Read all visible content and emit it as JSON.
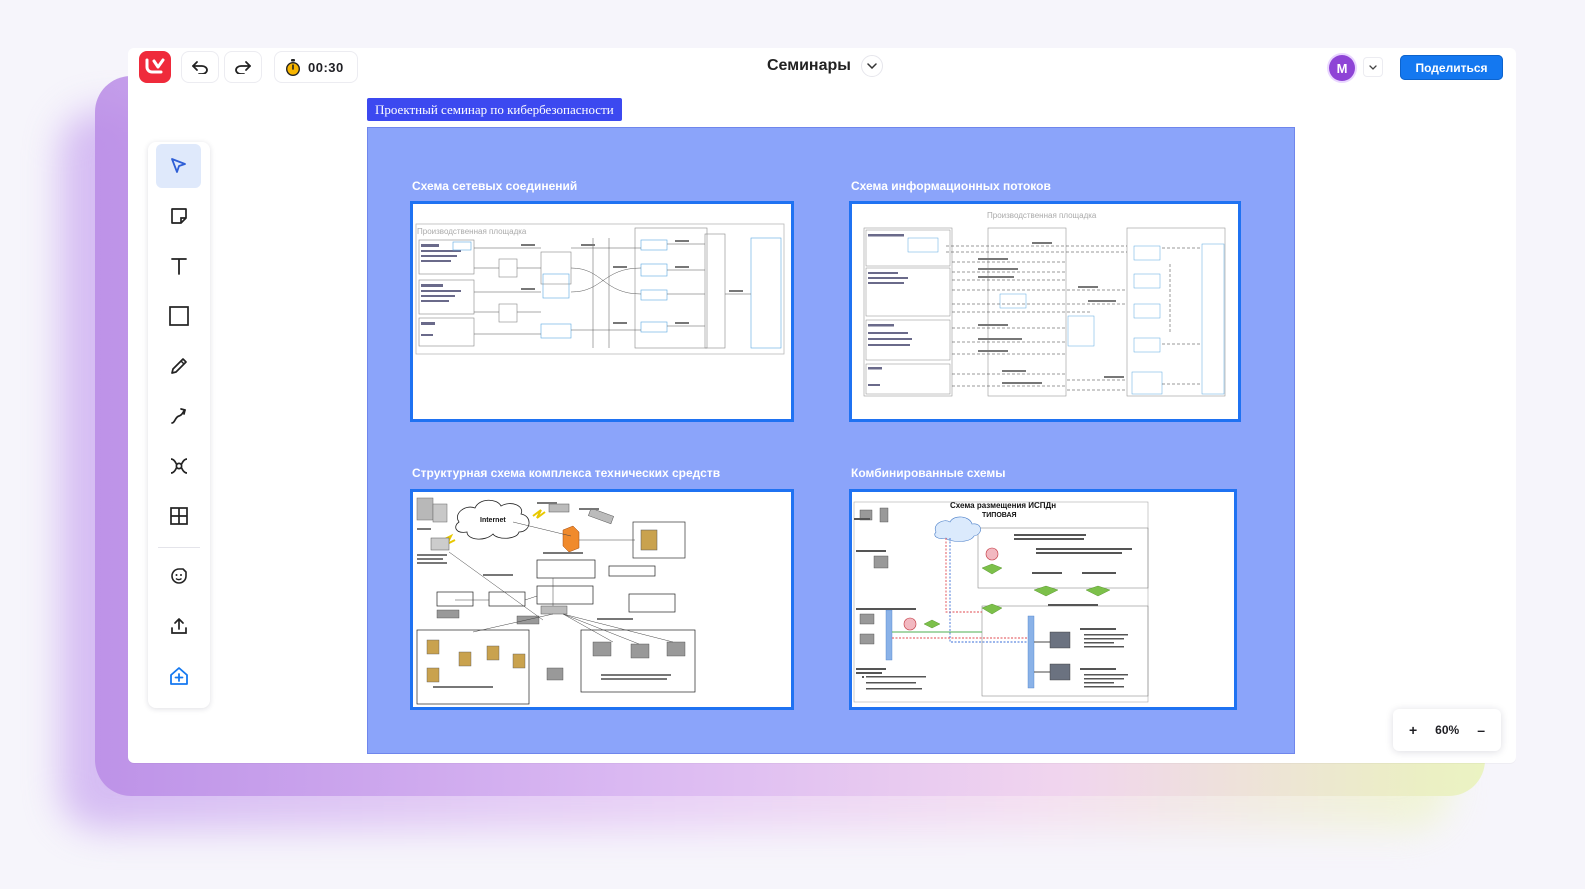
{
  "app": {
    "timer": "00:30",
    "board_title": "Семинары",
    "user_initial": "M",
    "share_label": "Поделиться",
    "zoom_level": "60%",
    "zoom_in": "+",
    "zoom_out": "–"
  },
  "tools": [
    {
      "name": "select-tool",
      "icon": "cursor-arrow-icon",
      "active": true
    },
    {
      "name": "sticky-note-tool",
      "icon": "sticky-note-icon"
    },
    {
      "name": "text-tool",
      "icon": "text-t-icon"
    },
    {
      "name": "rectangle-tool",
      "icon": "square-icon"
    },
    {
      "name": "pen-tool",
      "icon": "pencil-icon"
    },
    {
      "name": "connector-tool",
      "icon": "curved-arrow-icon"
    },
    {
      "name": "mindmap-tool",
      "icon": "mindmap-icon"
    },
    {
      "name": "table-tool",
      "icon": "grid-table-icon"
    },
    {
      "name": "stickers-tool",
      "icon": "sticker-smile-icon"
    },
    {
      "name": "upload-tool",
      "icon": "upload-icon"
    },
    {
      "name": "more-tools",
      "icon": "add-in-home-icon"
    }
  ],
  "frame": {
    "label": "Проектный семинар по кибербезопасности",
    "cards": [
      {
        "title": "Схема сетевых соединений",
        "header": "Производственная площадка"
      },
      {
        "title": "Схема информационных потоков",
        "header": "Производственная площадка"
      },
      {
        "title": "Структурная схема комплекса технических средств",
        "cloud_label": "Internet"
      },
      {
        "title": "Комбинированные схемы",
        "diagram_title": "Схема размещения ИСПДн",
        "diagram_subtitle": "ТИПОВАЯ"
      }
    ]
  },
  "colors": {
    "frame_fill": "#8ba4fa",
    "frame_label": "#3c49f0",
    "card_border": "#1f72f2",
    "share_button": "#1478f0",
    "logo": "#ef2a3b",
    "avatar": "#8e44d6"
  }
}
